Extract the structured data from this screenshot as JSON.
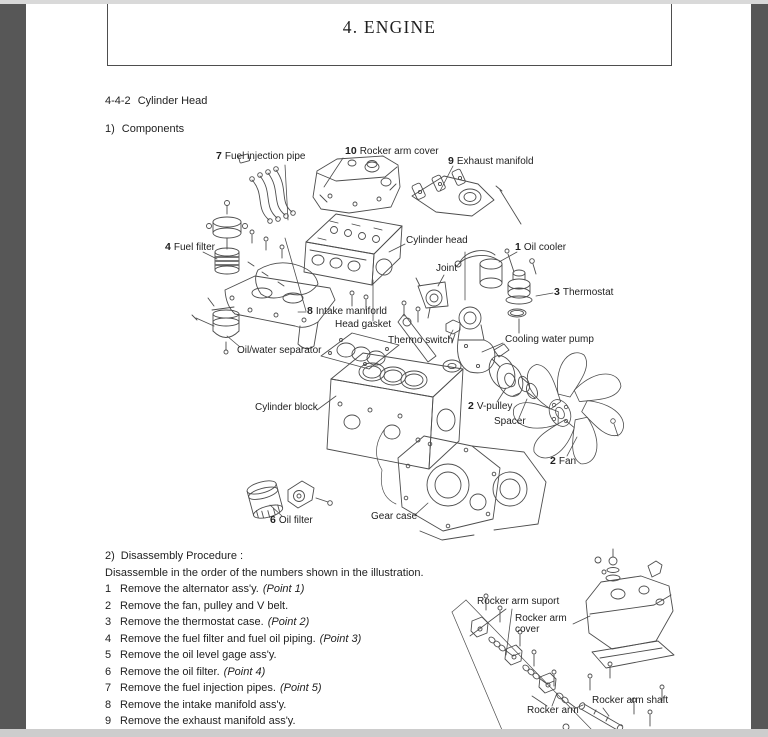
{
  "window": {
    "viewer_background": "#575757",
    "page_background": "#ffffff",
    "top_strip_color": "#d9d9d9",
    "bottom_strip_color": "#cdcdcd",
    "text_color": "#222222",
    "line_art_color": "#4d4d4d"
  },
  "header": {
    "title": "4. ENGINE"
  },
  "section": {
    "number": "4-4-2",
    "title": "Cylinder Head",
    "components_number": "1)",
    "components_title": "Components"
  },
  "diagram": {
    "labels": [
      {
        "num": "7",
        "text": "Fuel injection pipe"
      },
      {
        "num": "10",
        "text": "Rocker arm cover"
      },
      {
        "num": "9",
        "text": "Exhaust manifold"
      },
      {
        "num": "4",
        "text": "Fuel filter"
      },
      {
        "num": "",
        "text": "Cylinder head"
      },
      {
        "num": "1",
        "text": "Oil cooler"
      },
      {
        "num": "",
        "text": "Joint"
      },
      {
        "num": "3",
        "text": "Thermostat"
      },
      {
        "num": "8",
        "text": "Intake maniforld"
      },
      {
        "num": "",
        "text": "Head gasket"
      },
      {
        "num": "",
        "text": "Thermo switch"
      },
      {
        "num": "",
        "text": "Cooling water pump"
      },
      {
        "num": "",
        "text": "Oil/water separator"
      },
      {
        "num": "",
        "text": "Cylinder block"
      },
      {
        "num": "2",
        "text": "V-pulley"
      },
      {
        "num": "",
        "text": "Spacer"
      },
      {
        "num": "2",
        "text": "Fan"
      },
      {
        "num": "6",
        "text": "Oil filter"
      },
      {
        "num": "",
        "text": "Gear case"
      }
    ]
  },
  "procedure": {
    "number": "2)",
    "title": "Disassembly Procedure :",
    "intro": "Disassemble in the order of the numbers shown in the illustration.",
    "steps": [
      {
        "num": "1",
        "text": "Remove the alternator ass'y.",
        "point": "(Point 1)"
      },
      {
        "num": "2",
        "text": "Remove the fan, pulley and V belt.",
        "point": ""
      },
      {
        "num": "3",
        "text": "Remove the thermostat case.",
        "point": "(Point 2)"
      },
      {
        "num": "4",
        "text": "Remove the fuel filter and fuel oil piping.",
        "point": "(Point 3)"
      },
      {
        "num": "5",
        "text": "Remove the oil level gage ass'y.",
        "point": ""
      },
      {
        "num": "6",
        "text": "Remove the oil filter.",
        "point": "(Point 4)"
      },
      {
        "num": "7",
        "text": "Remove the fuel injection pipes.",
        "point": "(Point 5)"
      },
      {
        "num": "8",
        "text": "Remove the intake manifold ass'y.",
        "point": ""
      },
      {
        "num": "9",
        "text": "Remove the exhaust manifold ass'y.",
        "point": ""
      }
    ]
  },
  "inset_diagram": {
    "labels": {
      "support": "Rocker arm suport",
      "cover_line1": "Rocker arm",
      "cover_line2": "cover",
      "shaft": "Rocker arm shaft",
      "arm": "Rocker arm"
    }
  }
}
